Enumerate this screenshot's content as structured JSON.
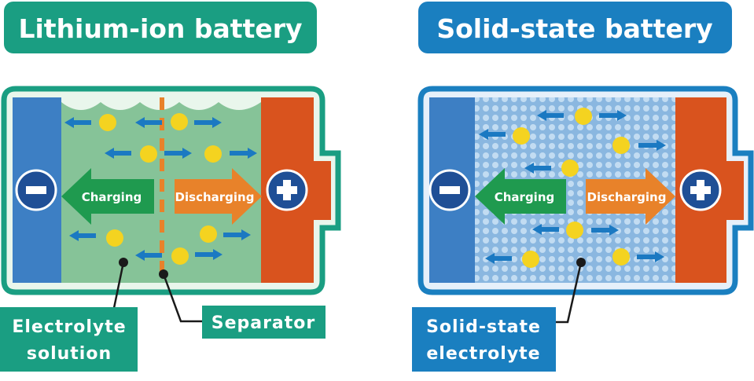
{
  "left_panel": {
    "title": "Lithium-ion battery",
    "charging_label": "Charging",
    "discharging_label": "Discharging",
    "electrolyte_label_line1": "Electrolyte",
    "electrolyte_label_line2": "solution",
    "separator_label": "Separator"
  },
  "right_panel": {
    "title": "Solid-state battery",
    "charging_label": "Charging",
    "discharging_label": "Discharging",
    "electrolyte_label_line1": "Solid-state",
    "electrolyte_label_line2": "electrolyte"
  },
  "colors": {
    "teal": "#1a9e82",
    "blue": "#1a7fc0",
    "anode": "#3d7fc4",
    "cathode": "#d9531e",
    "liquid": "#86c398",
    "solid": "#9bc4e8",
    "ion": "#f4d320",
    "green_arrow": "#1f9a4f",
    "orange_arrow": "#e8822a",
    "ion_arrow": "#1b79c2"
  }
}
